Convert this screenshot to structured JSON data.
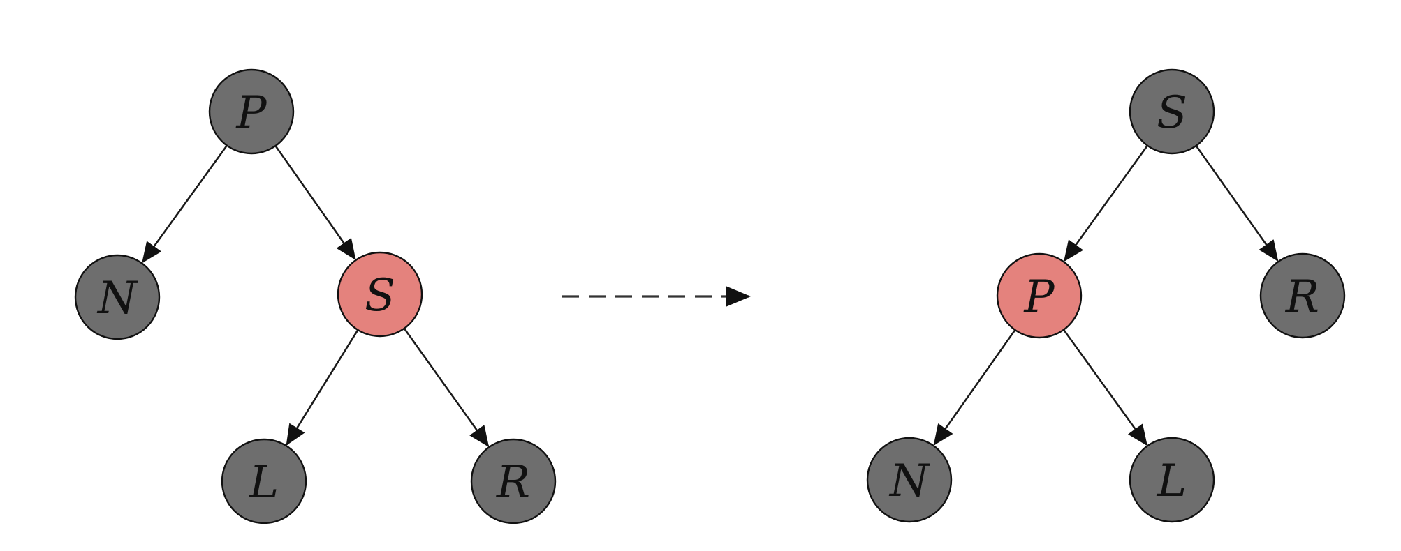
{
  "colors": {
    "black_node": "#6e6e6e",
    "red_node": "#e4827d",
    "stroke": "#111111"
  },
  "trees": {
    "before": {
      "nodes": [
        {
          "id": "before-P",
          "label": "P",
          "color": "black"
        },
        {
          "id": "before-N",
          "label": "N",
          "color": "black"
        },
        {
          "id": "before-S",
          "label": "S",
          "color": "red"
        },
        {
          "id": "before-L",
          "label": "L",
          "color": "black"
        },
        {
          "id": "before-R",
          "label": "R",
          "color": "black"
        }
      ],
      "edges": [
        {
          "from": "before-P",
          "to": "before-N"
        },
        {
          "from": "before-P",
          "to": "before-S"
        },
        {
          "from": "before-S",
          "to": "before-L"
        },
        {
          "from": "before-S",
          "to": "before-R"
        }
      ]
    },
    "after": {
      "nodes": [
        {
          "id": "after-S",
          "label": "S",
          "color": "black"
        },
        {
          "id": "after-P",
          "label": "P",
          "color": "red"
        },
        {
          "id": "after-R",
          "label": "R",
          "color": "black"
        },
        {
          "id": "after-N",
          "label": "N",
          "color": "black"
        },
        {
          "id": "after-L",
          "label": "L",
          "color": "black"
        }
      ],
      "edges": [
        {
          "from": "after-S",
          "to": "after-P"
        },
        {
          "from": "after-S",
          "to": "after-R"
        },
        {
          "from": "after-P",
          "to": "after-N"
        },
        {
          "from": "after-P",
          "to": "after-L"
        }
      ]
    }
  },
  "transition_arrow": {
    "style": "dashed",
    "direction": "right"
  }
}
